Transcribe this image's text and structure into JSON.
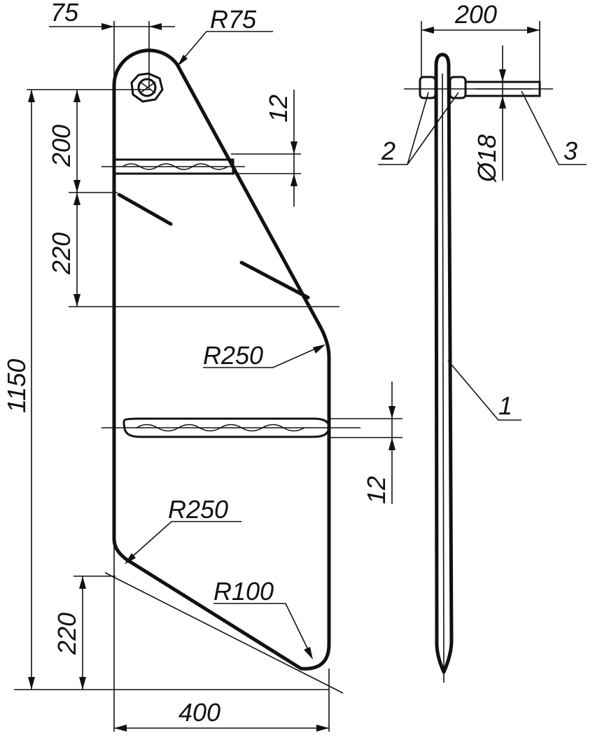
{
  "dimensions": {
    "top_width": "75",
    "top_radius": "R75",
    "upper_segment": "200",
    "middle_segment": "220",
    "total_height": "1150",
    "bottom_segment": "220",
    "base_width": "400",
    "rod_thickness_top": "12",
    "rod_thickness_mid": "12",
    "middle_radius": "R250",
    "lower_radius": "R250",
    "corner_radius": "R100",
    "side_width": "200",
    "bolt_diameter": "Ø18"
  },
  "callouts": {
    "part1": "1",
    "part2": "2",
    "part3": "3"
  }
}
